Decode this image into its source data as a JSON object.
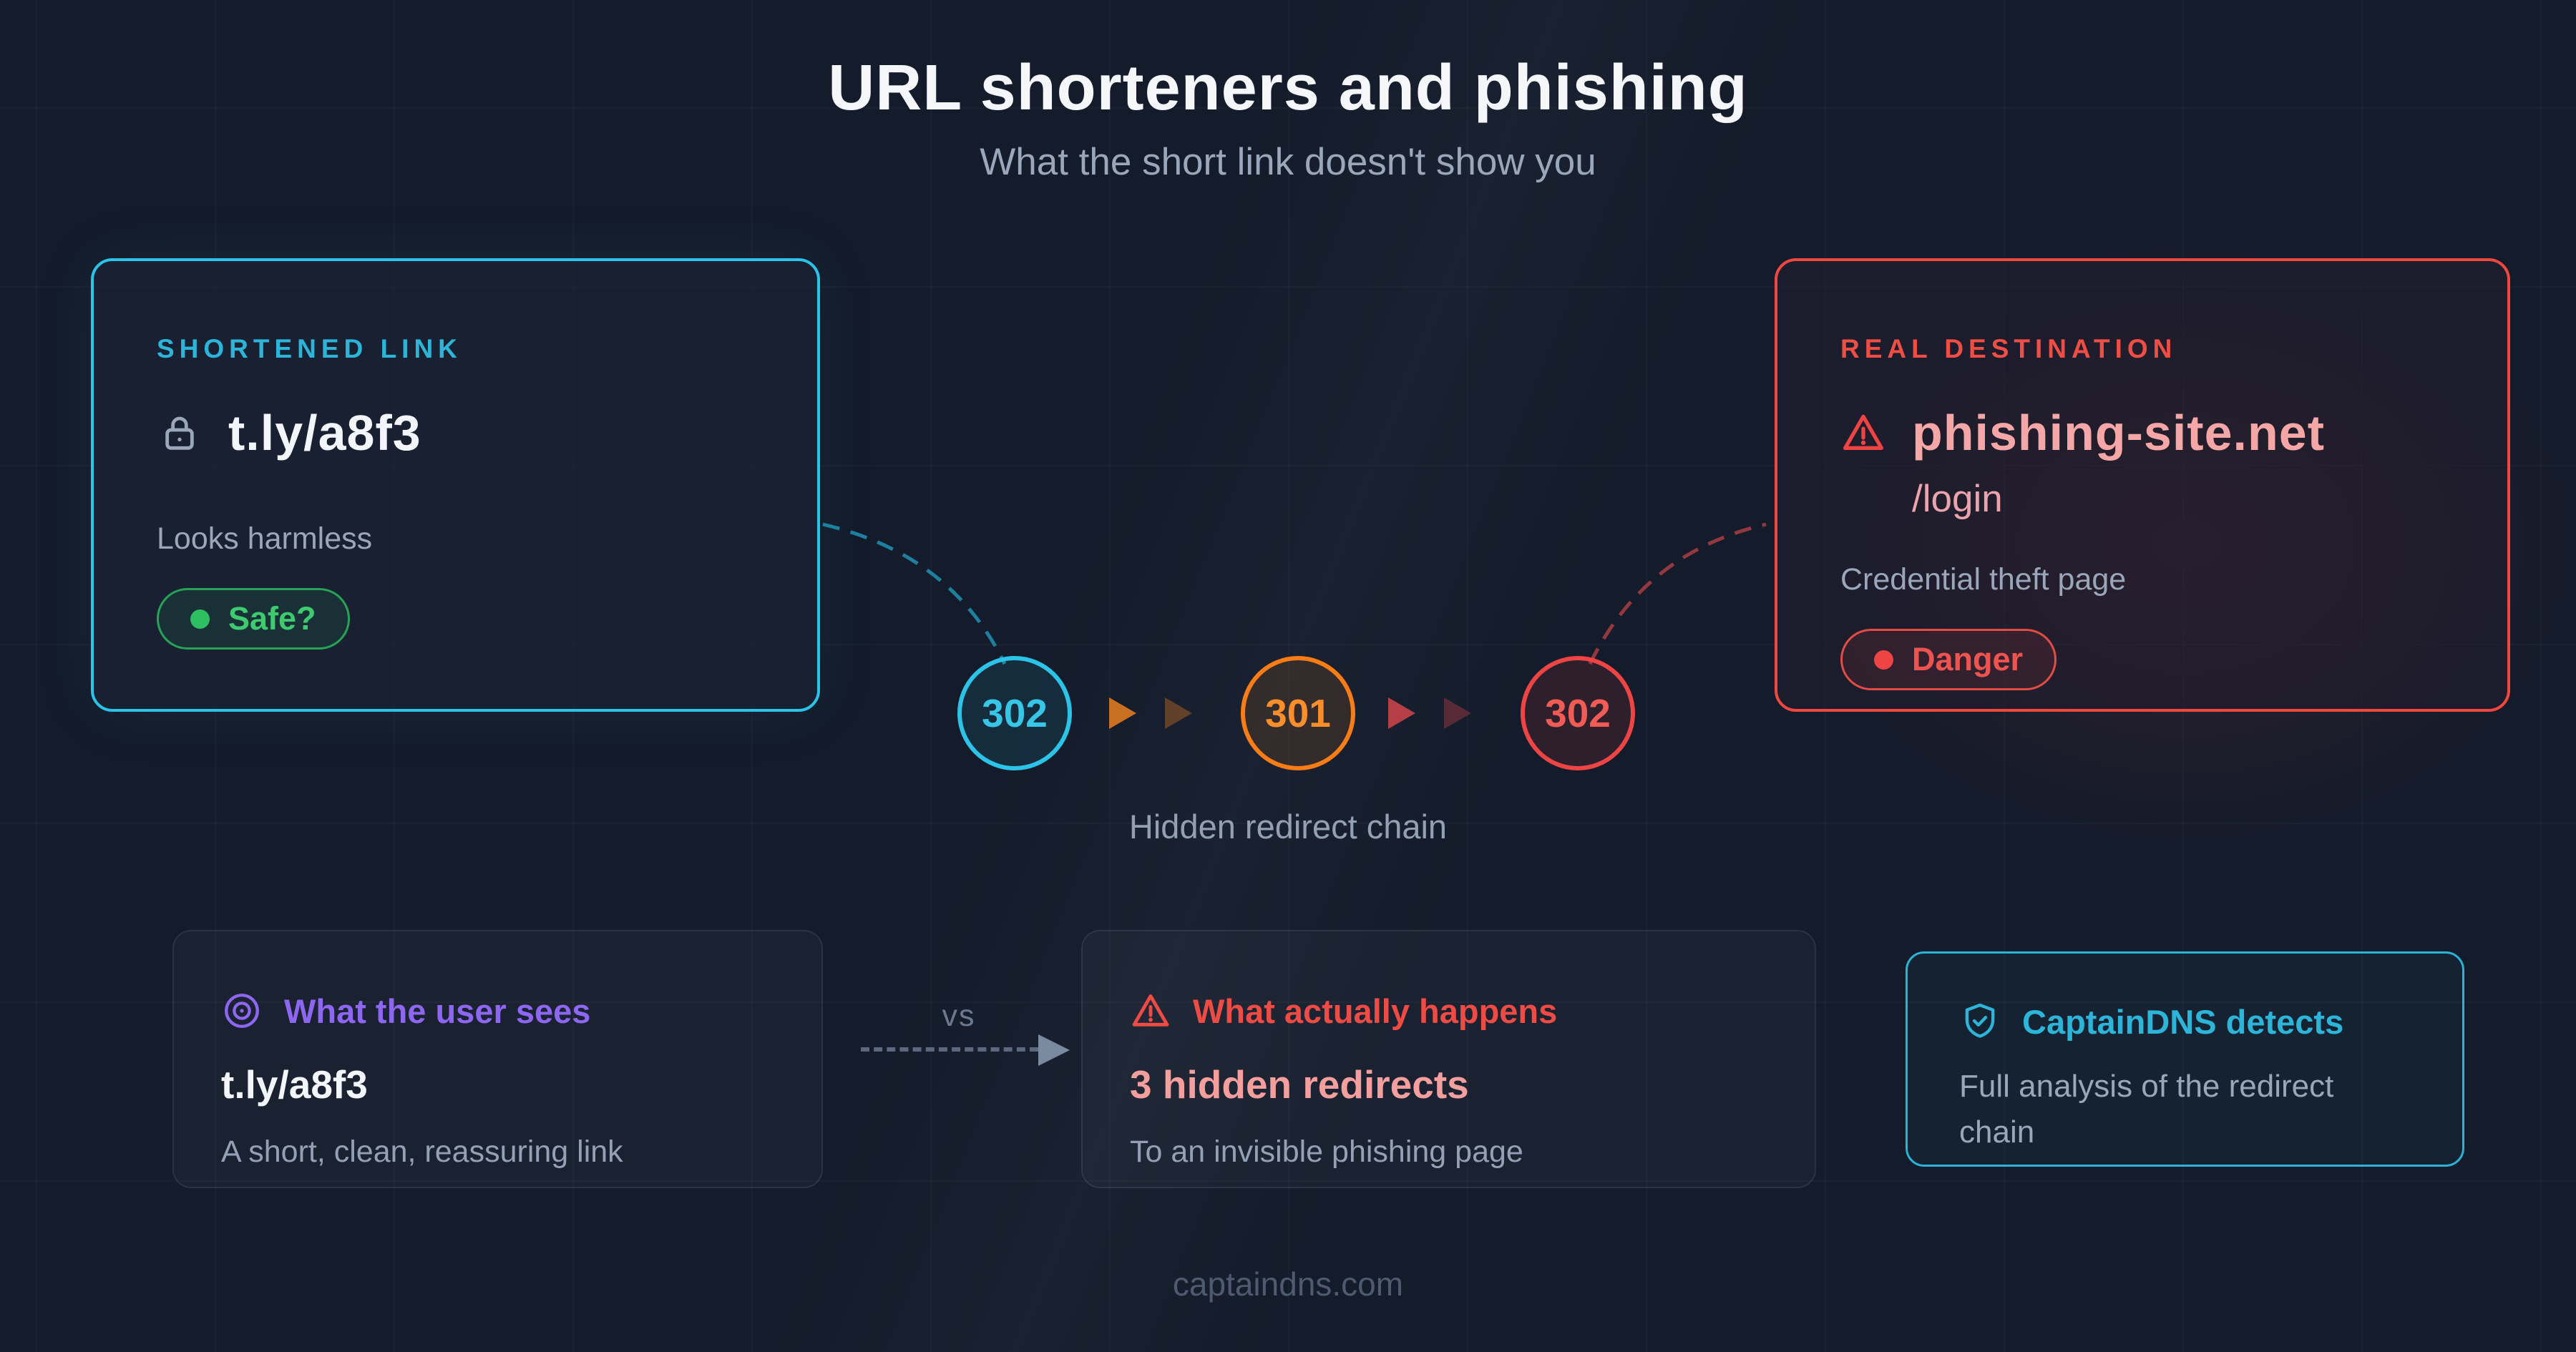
{
  "title": "URL shorteners and phishing",
  "subtitle": "What the short link doesn't show you",
  "colors": {
    "bg": "#141b2a",
    "cyan": "#2cc3e8",
    "cyan_text": "#2cb5d8",
    "orange": "#f97c16",
    "red": "#ef4444",
    "salmon": "#f5a7a7",
    "pink": "#eba3ae",
    "green": "#27a356",
    "green_text": "#3ecb70",
    "purple": "#8d66f2",
    "text_primary": "#f2f5f9",
    "text_muted": "#9aa6ba",
    "footer_color": "#4e5a70"
  },
  "shortened_card": {
    "label": "SHORTENED LINK",
    "url": "t.ly/a8f3",
    "note": "Looks harmless",
    "badge": "Safe?"
  },
  "destination_card": {
    "label": "REAL DESTINATION",
    "domain": "phishing-site.net",
    "path": "/login",
    "note": "Credential theft page",
    "badge": "Danger"
  },
  "redirect_chain": {
    "nodes": [
      {
        "code": "302",
        "color": "cyan"
      },
      {
        "code": "301",
        "color": "orange"
      },
      {
        "code": "302",
        "color": "red"
      }
    ],
    "caption": "Hidden redirect chain"
  },
  "comparison": {
    "user_sees": {
      "title": "What the user sees",
      "url": "t.ly/a8f3",
      "desc": "A short, clean, reassuring link"
    },
    "vs_label": "vs",
    "actually": {
      "title": "What actually happens",
      "highlight": "3 hidden redirects",
      "desc": "To an invisible phishing page"
    },
    "detects": {
      "title": "CaptainDNS detects",
      "desc": "Full analysis of the redirect chain"
    }
  },
  "footer": "captaindns.com"
}
